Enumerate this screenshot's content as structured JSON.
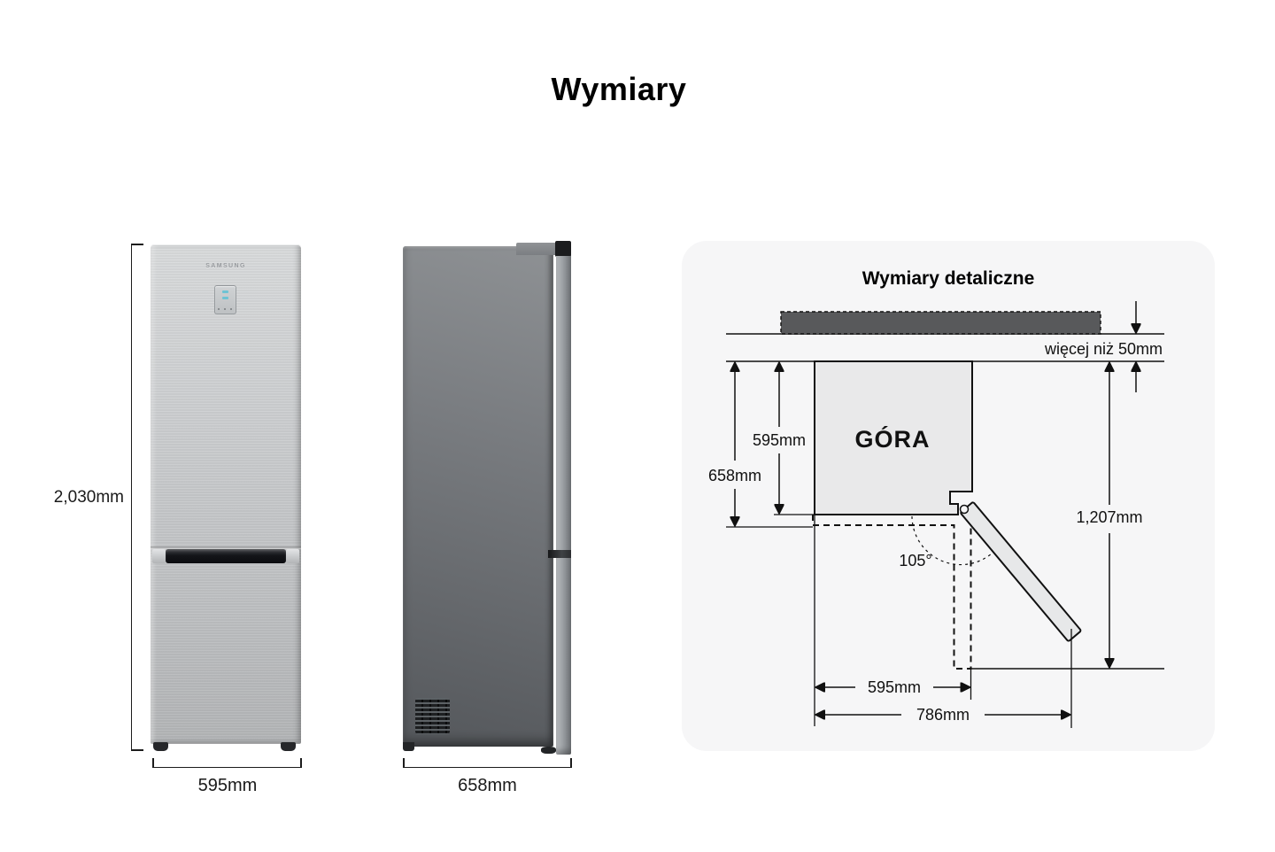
{
  "page": {
    "title": "Wymiary"
  },
  "front_view": {
    "brand_logo": "SAMSUNG",
    "height_label": "2,030mm",
    "width_label": "595mm"
  },
  "side_view": {
    "depth_label": "658mm"
  },
  "detail_panel": {
    "title": "Wymiary detaliczne",
    "clearance_label": "więcej niż 50mm",
    "top_view_label": "GÓRA",
    "body_depth_label": "595mm",
    "total_depth_label": "658mm",
    "open_height_label": "1,207mm",
    "door_angle_label": "105°",
    "body_width_label": "595mm",
    "open_width_label": "786mm"
  },
  "colors": {
    "panel_background": "#f6f6f7",
    "wall_fill": "#58595b",
    "top_view_fill": "#e9e9ea",
    "line": "#111111",
    "steel_light": "#cdcfd1",
    "steel_dark": "#66696d"
  }
}
